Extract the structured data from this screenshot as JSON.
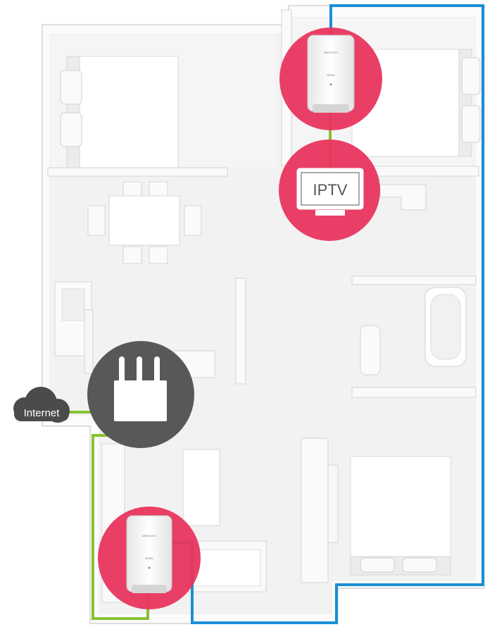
{
  "diagram": {
    "internet_label": "Internet",
    "tv_label": "IPTV",
    "adapter_brand_text": "MERCUSYS",
    "adapter_model_text": "MP500",
    "icons": {
      "cloud": "cloud-icon",
      "router": "router-icon",
      "tv": "tv-icon",
      "adapter": "powerline-adapter-icon"
    }
  },
  "colors": {
    "floor": "#f3f3f3",
    "wall": "#fbfbfb",
    "wall_shadow": "#d9d9d9",
    "highlight_pink": "#e8355e",
    "router_circle": "#585858",
    "cloud": "#4b4b4b",
    "ethernet_green": "#86c232",
    "powerline_blue": "#1a8fd6"
  }
}
